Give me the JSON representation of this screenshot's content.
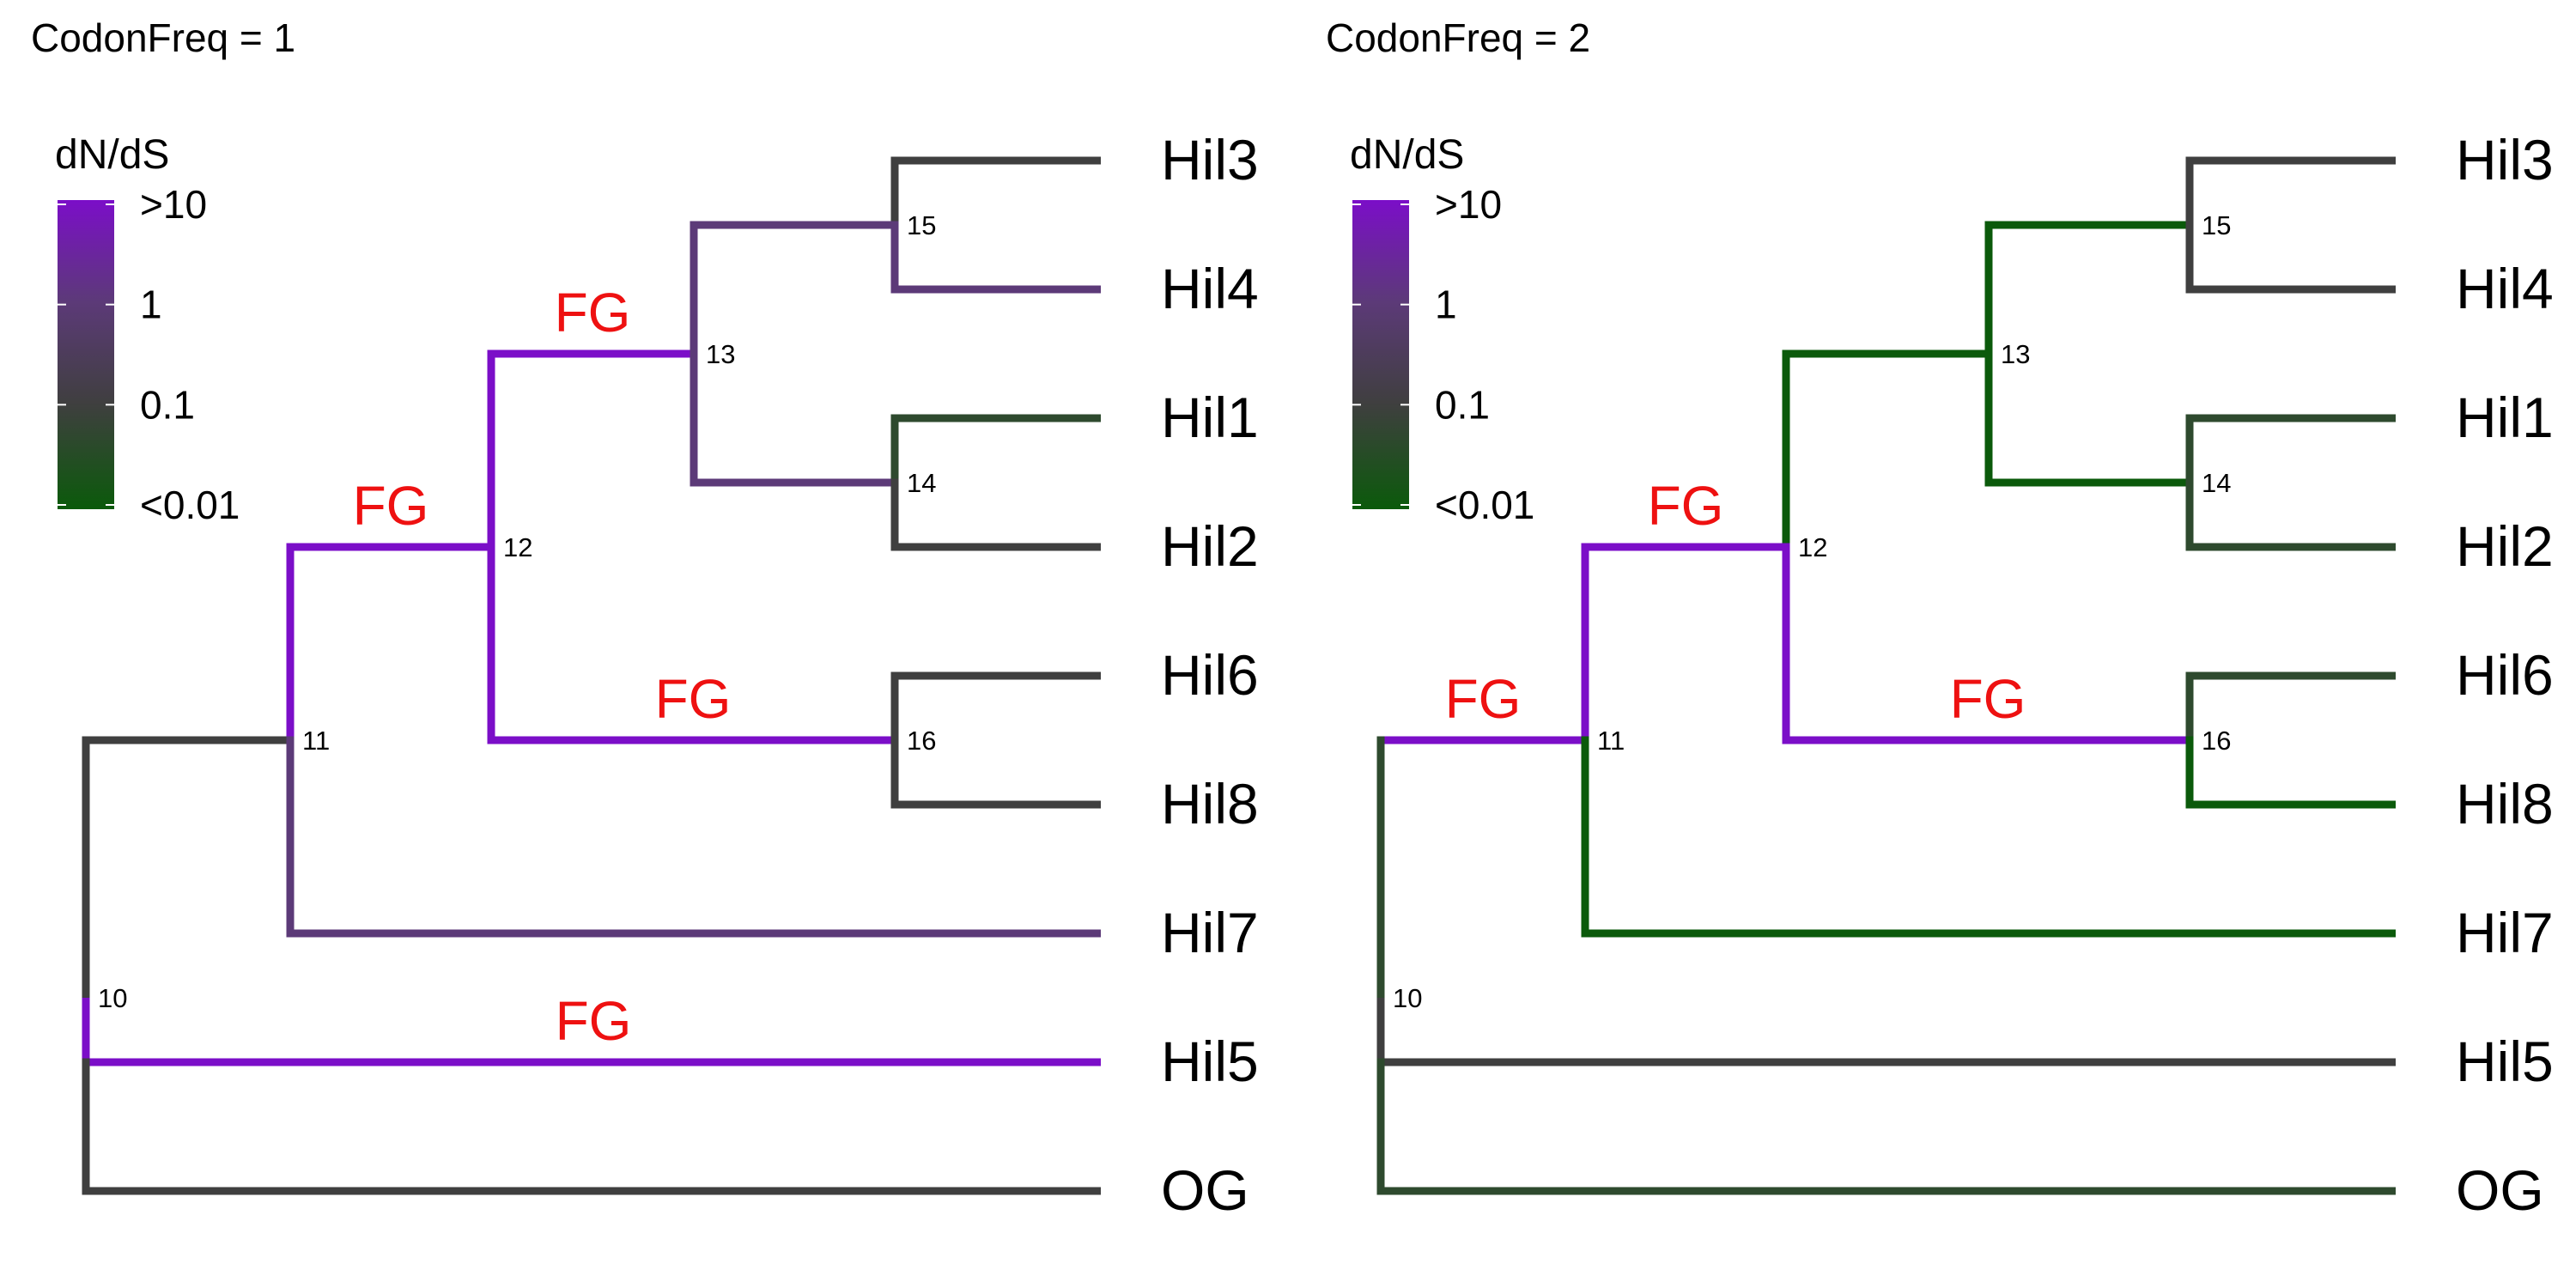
{
  "colors": {
    "high": "#7b0ec8",
    "mid_high": "#5c3a78",
    "mid": "#3f3f3f",
    "low": "#2e4a2e",
    "lowest": "#0b5a0b",
    "fg": "#ee1111"
  },
  "legend": {
    "title": "dN/dS",
    "labels": [
      ">10",
      "1",
      "0.1",
      "<0.01"
    ]
  },
  "tips": [
    "Hil3",
    "Hil4",
    "Hil1",
    "Hil2",
    "Hil6",
    "Hil8",
    "Hil7",
    "Hil5",
    "OG"
  ],
  "internal_nodes": [
    "10",
    "11",
    "12",
    "13",
    "14",
    "15",
    "16"
  ],
  "fg_label": "FG",
  "panels": [
    {
      "title": "CodonFreq = 1",
      "branch_colors": {
        "OG": "mid",
        "10": "high",
        "Hil5": "high",
        "11": "mid",
        "Hil7": "mid_high",
        "12": "high",
        "16": "high",
        "13": "high",
        "15": "mid_high",
        "14": "mid_high",
        "Hil3": "mid",
        "Hil4": "mid_high",
        "Hil1": "low",
        "Hil2": "mid",
        "Hil6": "mid",
        "Hil8": "mid"
      },
      "fg_branches": [
        "12",
        "13",
        "16",
        "Hil5"
      ]
    },
    {
      "title": "CodonFreq = 2",
      "branch_colors": {
        "OG": "low",
        "10": "mid",
        "Hil5": "mid",
        "11": "high",
        "Hil7": "lowest",
        "12": "high",
        "16": "high",
        "13": "lowest",
        "15": "lowest",
        "14": "lowest",
        "Hil3": "mid",
        "Hil4": "mid",
        "Hil1": "low",
        "Hil2": "low",
        "Hil6": "low",
        "Hil8": "lowest"
      },
      "fg_branches": [
        "11",
        "12",
        "16"
      ]
    }
  ]
}
